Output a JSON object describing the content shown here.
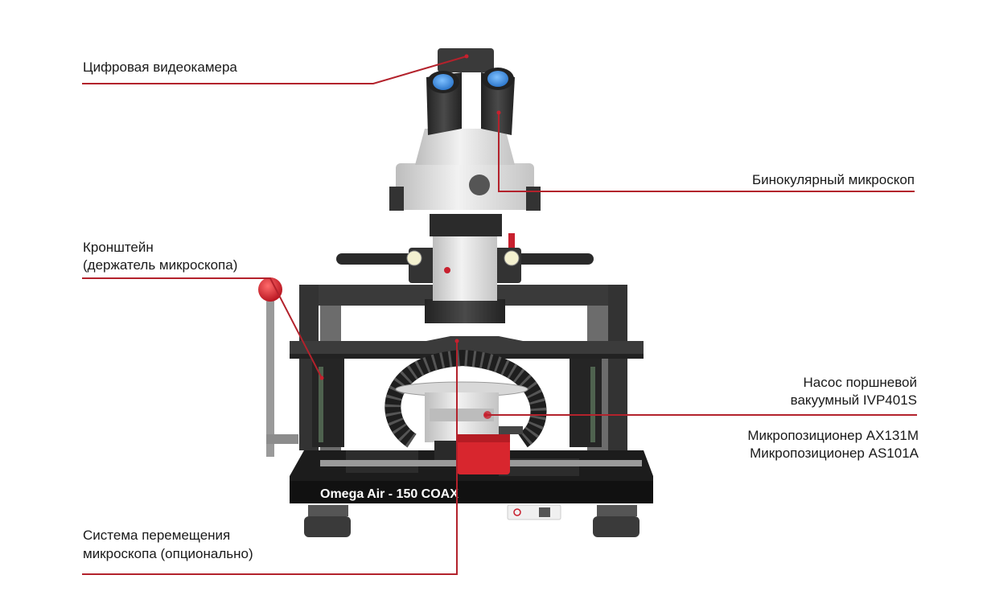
{
  "colors": {
    "accent": "#c8202e",
    "frame": "#2e2e2e",
    "body_light": "#e4e4e4",
    "eyepiece_lens": "#3f8fe0"
  },
  "labels": {
    "camera": "Цифровая видеокамера",
    "binocular": "Бинокулярный микроскоп",
    "bracket_line1": "Кронштейн",
    "bracket_line2": "(держатель микроскопа)",
    "pump_line1": "Насос поршневой",
    "pump_line2": "вакуумный IVP401S",
    "micropos_line1": "Микропозиционер AX131M",
    "micropos_line2": "Микропозиционер AS101A",
    "motion_line1": "Система перемещения",
    "motion_line2": "микроскопа (опционально)"
  },
  "product": {
    "brand_text": "Omega Air - 150 COAX"
  }
}
